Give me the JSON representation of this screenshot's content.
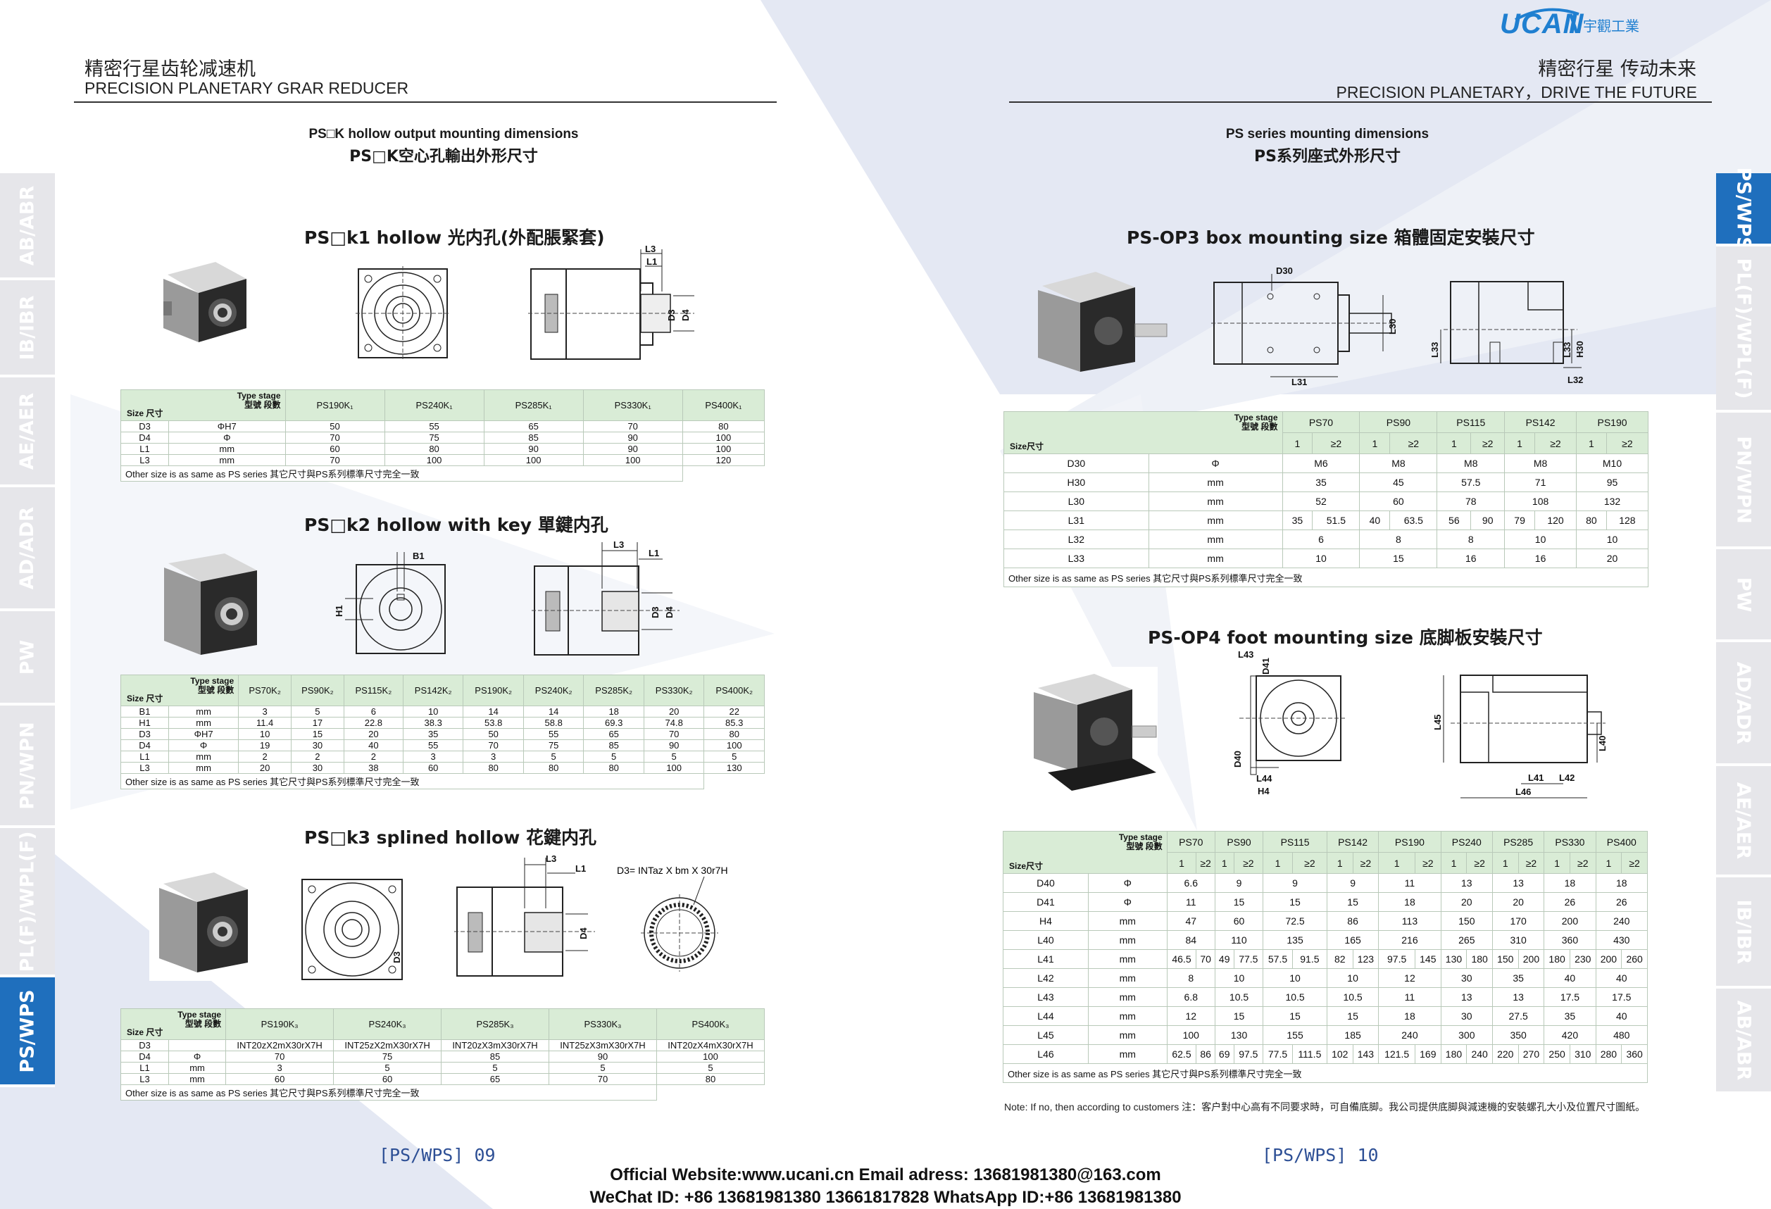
{
  "header_left": {
    "cn": "精密行星齿轮减速机",
    "en": "PRECISION PLANETARY GRAR REDUCER"
  },
  "header_right": {
    "cn": "精密行星 传动未来",
    "en": "PRECISION PLANETARY，DRIVE THE FUTURE"
  },
  "logo": {
    "mark": "UCAN",
    "cn": "宇觀工業"
  },
  "left_tabs": [
    "AB/ABR",
    "IB/IBR",
    "AE/AER",
    "AD/ADR",
    "PW",
    "PN/WPN",
    "PL(F)/WPL(F)",
    "PS/WPS"
  ],
  "right_tabs": [
    "PS/WPS",
    "PL(F)/WPL(F)",
    "PN/WPN",
    "PW",
    "AD/ADR",
    "AE/AER",
    "IB/IBR",
    "AB/ABR"
  ],
  "colors": {
    "accent": "#1f6fbd",
    "tab_inactive": "#e6e6ea",
    "table_header": "#d9ecd6",
    "page_number": "#2d4f95"
  },
  "left_section": {
    "title_en": "PS□K hollow output mounting dimensions",
    "title_cn": "PS□K空心孔輸出外形尺寸"
  },
  "right_section": {
    "title_en": "PS series mounting dimensions",
    "title_cn": "PS系列座式外形尺寸"
  },
  "k1": {
    "title": "PS□k1    hollow 光内孔(外配脹緊套)",
    "dims": [
      "L3",
      "L1",
      "D3",
      "D4"
    ],
    "type_stage": "Type stage",
    "type_stage_cn": "型號 段數",
    "size": "Size 尺寸",
    "columns": [
      "PS190K₁",
      "PS240K₁",
      "PS285K₁",
      "PS330K₁",
      "PS400K₁"
    ],
    "rows": [
      {
        "label": "D3",
        "unit": "ΦH7",
        "values": [
          "50",
          "55",
          "65",
          "70",
          "80"
        ]
      },
      {
        "label": "D4",
        "unit": "Φ",
        "values": [
          "70",
          "75",
          "85",
          "90",
          "100"
        ]
      },
      {
        "label": "L1",
        "unit": "mm",
        "values": [
          "60",
          "80",
          "90",
          "90",
          "100"
        ]
      },
      {
        "label": "L3",
        "unit": "mm",
        "values": [
          "70",
          "100",
          "100",
          "100",
          "120"
        ]
      }
    ],
    "note": "Other size is as same as PS series   其它尺寸與PS系列標準尺寸完全一致"
  },
  "k2": {
    "title": "PS□k2     hollow with key 單鍵内孔",
    "dims": [
      "B1",
      "H1",
      "L3",
      "L1",
      "D3",
      "D4"
    ],
    "type_stage": "Type stage",
    "type_stage_cn": "型號 段數",
    "size": "Size 尺寸",
    "columns": [
      "PS70K₂",
      "PS90K₂",
      "PS115K₂",
      "PS142K₂",
      "PS190K₂",
      "PS240K₂",
      "PS285K₂",
      "PS330K₂",
      "PS400K₂"
    ],
    "rows": [
      {
        "label": "B1",
        "unit": "mm",
        "values": [
          "3",
          "5",
          "6",
          "10",
          "14",
          "14",
          "18",
          "20",
          "22"
        ]
      },
      {
        "label": "H1",
        "unit": "mm",
        "values": [
          "11.4",
          "17",
          "22.8",
          "38.3",
          "53.8",
          "58.8",
          "69.3",
          "74.8",
          "85.3"
        ]
      },
      {
        "label": "D3",
        "unit": "ΦH7",
        "values": [
          "10",
          "15",
          "20",
          "35",
          "50",
          "55",
          "65",
          "70",
          "80"
        ]
      },
      {
        "label": "D4",
        "unit": "Φ",
        "values": [
          "19",
          "30",
          "40",
          "55",
          "70",
          "75",
          "85",
          "90",
          "100"
        ]
      },
      {
        "label": "L1",
        "unit": "mm",
        "values": [
          "2",
          "2",
          "2",
          "3",
          "3",
          "5",
          "5",
          "5",
          "5"
        ]
      },
      {
        "label": "L3",
        "unit": "mm",
        "values": [
          "20",
          "30",
          "38",
          "60",
          "80",
          "80",
          "80",
          "100",
          "130"
        ]
      }
    ],
    "note": "Other size is as same as PS series   其它尺寸與PS系列標準尺寸完全一致"
  },
  "k3": {
    "title": "PS□k3     splined hollow 花鍵内孔",
    "dims": [
      "L3",
      "L1",
      "D4",
      "D3"
    ],
    "spline_label": "D3= INTaz X bm X 30r7H",
    "type_stage": "Type stage",
    "type_stage_cn": "型號 段數",
    "size": "Size 尺寸",
    "columns": [
      "PS190K₃",
      "PS240K₃",
      "PS285K₃",
      "PS330K₃",
      "PS400K₃"
    ],
    "rows": [
      {
        "label": "D3",
        "unit": "",
        "values": [
          "INT20zX2mX30rX7H",
          "INT25zX2mX30rX7H",
          "INT20zX3mX30rX7H",
          "INT25zX3mX30rX7H",
          "INT20zX4mX30rX7H"
        ]
      },
      {
        "label": "D4",
        "unit": "Φ",
        "values": [
          "70",
          "75",
          "85",
          "90",
          "100"
        ]
      },
      {
        "label": "L1",
        "unit": "mm",
        "values": [
          "3",
          "5",
          "5",
          "5",
          "5"
        ]
      },
      {
        "label": "L3",
        "unit": "mm",
        "values": [
          "60",
          "60",
          "65",
          "70",
          "80"
        ]
      }
    ],
    "note": "Other size is as same as PS series   其它尺寸與PS系列標準尺寸完全一致"
  },
  "op3": {
    "title": "PS-OP3 box mounting size   箱體固定安裝尺寸",
    "dims": [
      "D30",
      "L30",
      "L31",
      "L33",
      "L33",
      "H30",
      "L32"
    ],
    "type_stage": "Type stage",
    "type_stage_cn": "型號 段數",
    "size": "Size尺寸",
    "models": [
      "PS70",
      "PS90",
      "PS115",
      "PS142",
      "PS190"
    ],
    "stages": [
      "1",
      "≥2"
    ],
    "rows": [
      {
        "label": "D30",
        "unit": "Φ",
        "cells": [
          "M6",
          "M8",
          "M8",
          "M8",
          "M10"
        ]
      },
      {
        "label": "H30",
        "unit": "mm",
        "cells": [
          "35",
          "45",
          "57.5",
          "71",
          "95"
        ]
      },
      {
        "label": "L30",
        "unit": "mm",
        "cells": [
          "52",
          "60",
          "78",
          "108",
          "132"
        ]
      },
      {
        "label": "L31",
        "unit": "mm",
        "cells": [
          "35",
          "51.5",
          "40",
          "63.5",
          "56",
          "90",
          "79",
          "120",
          "80",
          "128"
        ]
      },
      {
        "label": "L32",
        "unit": "mm",
        "cells": [
          "6",
          "8",
          "8",
          "10",
          "10"
        ]
      },
      {
        "label": "L33",
        "unit": "mm",
        "cells": [
          "10",
          "15",
          "16",
          "16",
          "20"
        ]
      }
    ],
    "note": "Other size is as same as PS series  其它尺寸與PS系列標準尺寸完全一致"
  },
  "op4": {
    "title": "PS-OP4 foot mounting size  底脚板安裝尺寸",
    "dims": [
      "L43",
      "D41",
      "D40",
      "L44",
      "H4",
      "L45",
      "L40",
      "L41",
      "L42",
      "L46"
    ],
    "type_stage": "Type stage",
    "type_stage_cn": "型號 段數",
    "size": "Size尺寸",
    "models": [
      "PS70",
      "PS90",
      "PS115",
      "PS142",
      "PS190",
      "PS240",
      "PS285",
      "PS330",
      "PS400"
    ],
    "stages": [
      "1",
      "≥2"
    ],
    "rows": [
      {
        "label": "D40",
        "unit": "Φ",
        "cells": [
          "6.6",
          "9",
          "9",
          "9",
          "11",
          "13",
          "13",
          "18",
          "18"
        ]
      },
      {
        "label": "D41",
        "unit": "Φ",
        "cells": [
          "11",
          "15",
          "15",
          "15",
          "18",
          "20",
          "20",
          "26",
          "26"
        ]
      },
      {
        "label": "H4",
        "unit": "mm",
        "cells": [
          "47",
          "60",
          "72.5",
          "86",
          "113",
          "150",
          "170",
          "200",
          "240"
        ]
      },
      {
        "label": "L40",
        "unit": "mm",
        "cells": [
          "84",
          "110",
          "135",
          "165",
          "216",
          "265",
          "310",
          "360",
          "430"
        ]
      },
      {
        "label": "L41",
        "unit": "mm",
        "cells": [
          "46.5",
          "70",
          "49",
          "77.5",
          "57.5",
          "91.5",
          "82",
          "123",
          "97.5",
          "145",
          "130",
          "180",
          "150",
          "200",
          "180",
          "230",
          "200",
          "260"
        ]
      },
      {
        "label": "L42",
        "unit": "mm",
        "cells": [
          "8",
          "10",
          "10",
          "10",
          "12",
          "30",
          "35",
          "40",
          "40"
        ]
      },
      {
        "label": "L43",
        "unit": "mm",
        "cells": [
          "6.8",
          "10.5",
          "10.5",
          "10.5",
          "11",
          "13",
          "13",
          "17.5",
          "17.5"
        ]
      },
      {
        "label": "L44",
        "unit": "mm",
        "cells": [
          "12",
          "15",
          "15",
          "15",
          "18",
          "30",
          "27.5",
          "35",
          "40"
        ]
      },
      {
        "label": "L45",
        "unit": "mm",
        "cells": [
          "100",
          "130",
          "155",
          "185",
          "240",
          "300",
          "350",
          "420",
          "480"
        ]
      },
      {
        "label": "L46",
        "unit": "mm",
        "cells": [
          "62.5",
          "86",
          "69",
          "97.5",
          "77.5",
          "111.5",
          "102",
          "143",
          "121.5",
          "169",
          "180",
          "240",
          "220",
          "270",
          "250",
          "310",
          "280",
          "360"
        ]
      }
    ],
    "note": "Other size is as same as PS series  其它尺寸與PS系列標準尺寸完全一致",
    "footnote": "Note: If no, then according to customers      注：客户對中心高有不同要求時，可自備底脚。我公司提供底脚與減速機的安裝螺孔大小及位置尺寸圖紙。"
  },
  "page_left": "[PS/WPS] 09",
  "page_right": "[PS/WPS] 10",
  "footer": {
    "line1": "Official Website:www.ucani.cn   Email adress: 13681981380@163.com",
    "line2": "WeChat  ID: +86 13681981380 13661817828  WhatsApp ID:+86 13681981380"
  }
}
